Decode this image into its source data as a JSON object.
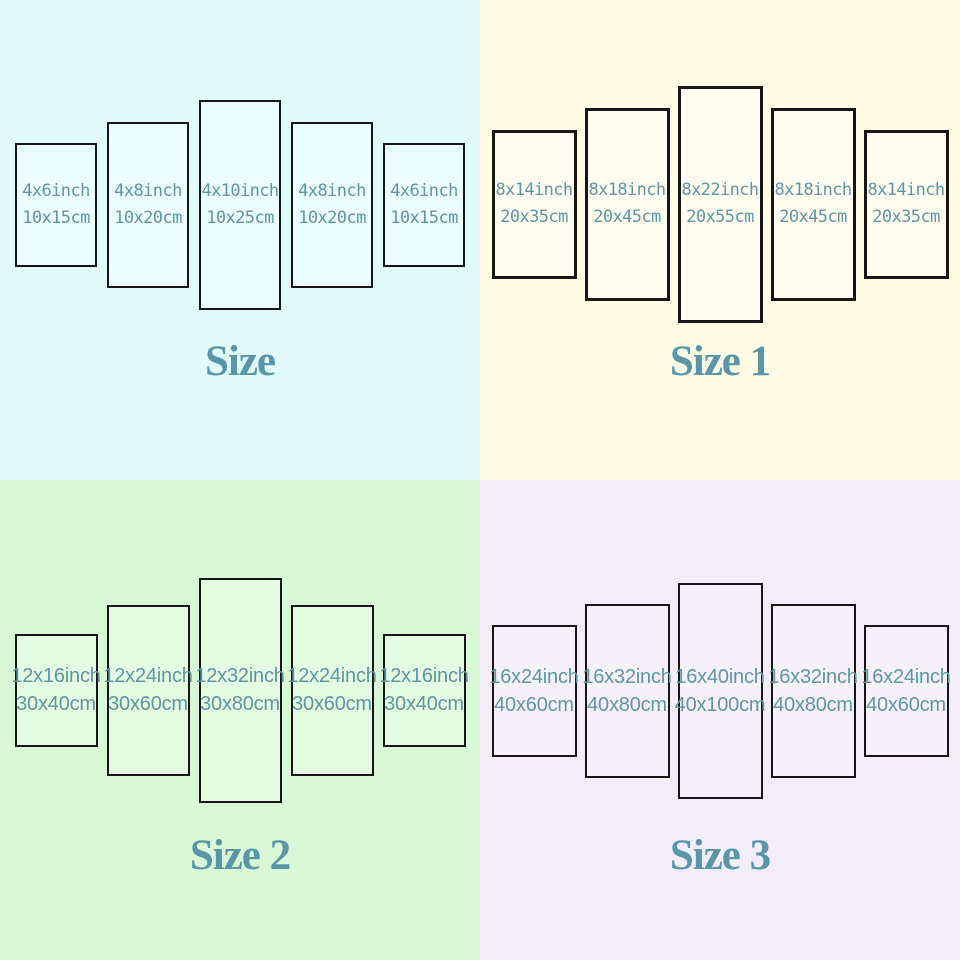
{
  "colors": {
    "border": "#161616",
    "label_text": "#6096a4",
    "title_text": "#5a96a8"
  },
  "quadrants": [
    {
      "title": "Size",
      "bg": "#e1fbf9",
      "panel_bg": "#ebfdfc",
      "panels": [
        {
          "inch": "4x6inch",
          "cm": "10x15cm"
        },
        {
          "inch": "4x8inch",
          "cm": "10x20cm"
        },
        {
          "inch": "4x10inch",
          "cm": "10x25cm"
        },
        {
          "inch": "4x8inch",
          "cm": "10x20cm"
        },
        {
          "inch": "4x6inch",
          "cm": "10x15cm"
        }
      ]
    },
    {
      "title": "Size 1",
      "bg": "#fffce6",
      "panel_bg": "#fffdef",
      "panels": [
        {
          "inch": "8x14inch",
          "cm": "20x35cm"
        },
        {
          "inch": "8x18inch",
          "cm": "20x45cm"
        },
        {
          "inch": "8x22inch",
          "cm": "20x55cm"
        },
        {
          "inch": "8x18inch",
          "cm": "20x45cm"
        },
        {
          "inch": "8x14inch",
          "cm": "20x35cm"
        }
      ]
    },
    {
      "title": "Size 2",
      "bg": "#d8f8d6",
      "panel_bg": "#e3fbe1",
      "panels": [
        {
          "inch": "12x16inch",
          "cm": "30x40cm"
        },
        {
          "inch": "12x24inch",
          "cm": "30x60cm"
        },
        {
          "inch": "12x32inch",
          "cm": "30x80cm"
        },
        {
          "inch": "12x24inch",
          "cm": "30x60cm"
        },
        {
          "inch": "12x16inch",
          "cm": "30x40cm"
        }
      ]
    },
    {
      "title": "Size 3",
      "bg": "#f2edf8",
      "panel_bg": "#f5f1fa",
      "panels": [
        {
          "inch": "16x24inch",
          "cm": "40x60cm"
        },
        {
          "inch": "16x32inch",
          "cm": "40x80cm"
        },
        {
          "inch": "16x40inch",
          "cm": "40x100cm"
        },
        {
          "inch": "16x32inch",
          "cm": "40x80cm"
        },
        {
          "inch": "16x24inch",
          "cm": "40x60cm"
        }
      ]
    }
  ]
}
